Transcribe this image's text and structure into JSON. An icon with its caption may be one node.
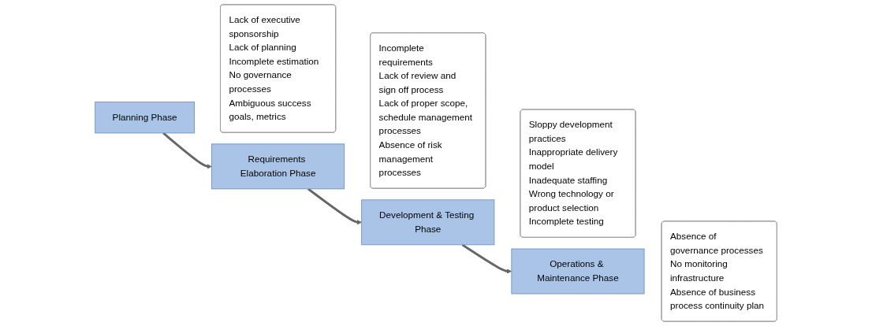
{
  "diagram": {
    "nodes": [
      {
        "text": [
          "Planning Phase"
        ]
      },
      {
        "text": [
          "Lack of executive sponsorship",
          "Lack of planning",
          "Incomplete estimation",
          "No governance processes",
          "Ambiguous success goals, metrics"
        ]
      },
      {
        "text": [
          "Requirements Elaboration Phase"
        ]
      },
      {
        "text": [
          "Incomplete requirements",
          "Lack of review and sign off process",
          "Lack of proper scope, schedule management processes",
          "Absence of risk management processes"
        ]
      },
      {
        "text": [
          "Development & Testing Phase"
        ]
      },
      {
        "text": [
          "Sloppy development practices",
          "Inappropriate delivery model",
          "Inadequate staffing",
          "Wrong technology or product selection",
          "Incomplete testing"
        ]
      },
      {
        "text": [
          "Operations & Maintenance Phase"
        ]
      },
      {
        "text": [
          "Absence of governance processes",
          "No monitoring infrastructure",
          "Absence of business process continuity plan"
        ]
      }
    ],
    "edges": [
      {
        "from": 0,
        "to": 2,
        "arrow": "to"
      },
      {
        "from": 2,
        "to": 4,
        "arrow": "to"
      },
      {
        "from": 4,
        "to": 6,
        "arrow": "to"
      }
    ]
  }
}
